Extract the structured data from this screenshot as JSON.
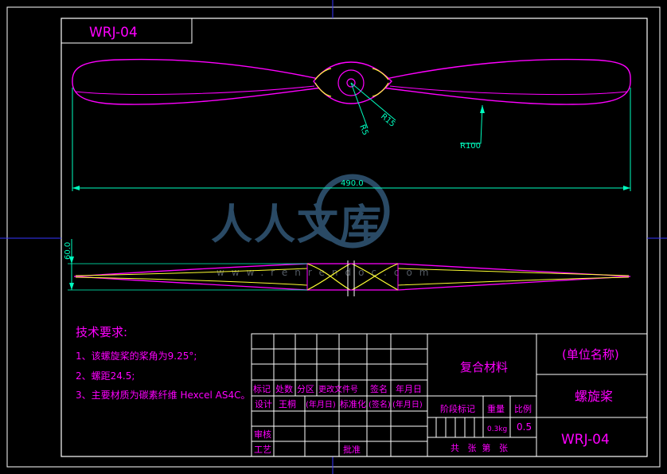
{
  "drawing_code": "WRJ-04",
  "dimensions": {
    "length": "490.0",
    "height": "60.0",
    "r100": "R100",
    "r15": "R15",
    "r5": "R5"
  },
  "watermark": {
    "text": "人人文库",
    "url": "www.renrendoc.com"
  },
  "tech_requirements": {
    "title": "技术要求:",
    "items": [
      "1、该螺旋桨的桨角为9.25°;",
      "2、螺距24.5;",
      "3、主要材质为碳素纤维 Hexcel AS4C。"
    ]
  },
  "title_block": {
    "material": "复合材料",
    "unit_name": "(单位名称)",
    "part_name": "螺旋桨",
    "drawing_no": "WRJ-04",
    "headers": [
      "标记",
      "处数",
      "分区",
      "更改文件号",
      "签名",
      "年月日"
    ],
    "design_row": [
      "设计",
      "王桐",
      "(年月日)",
      "标准化",
      "(签名)",
      "(年月日)"
    ],
    "review": "审核",
    "process": "工艺",
    "approve": "批准",
    "stage_mark": "阶段标记",
    "weight_label": "重量",
    "scale_label": "比例",
    "weight": "0.3kg",
    "scale": "0.5",
    "sheets": "共   张  第   张"
  },
  "colors": {
    "frame": "#ffffff",
    "border": "#3636ff",
    "outline": "#ff00ff",
    "hidden": "#ffff33",
    "dimension": "#00ffc0",
    "text": "#ff00ff"
  }
}
